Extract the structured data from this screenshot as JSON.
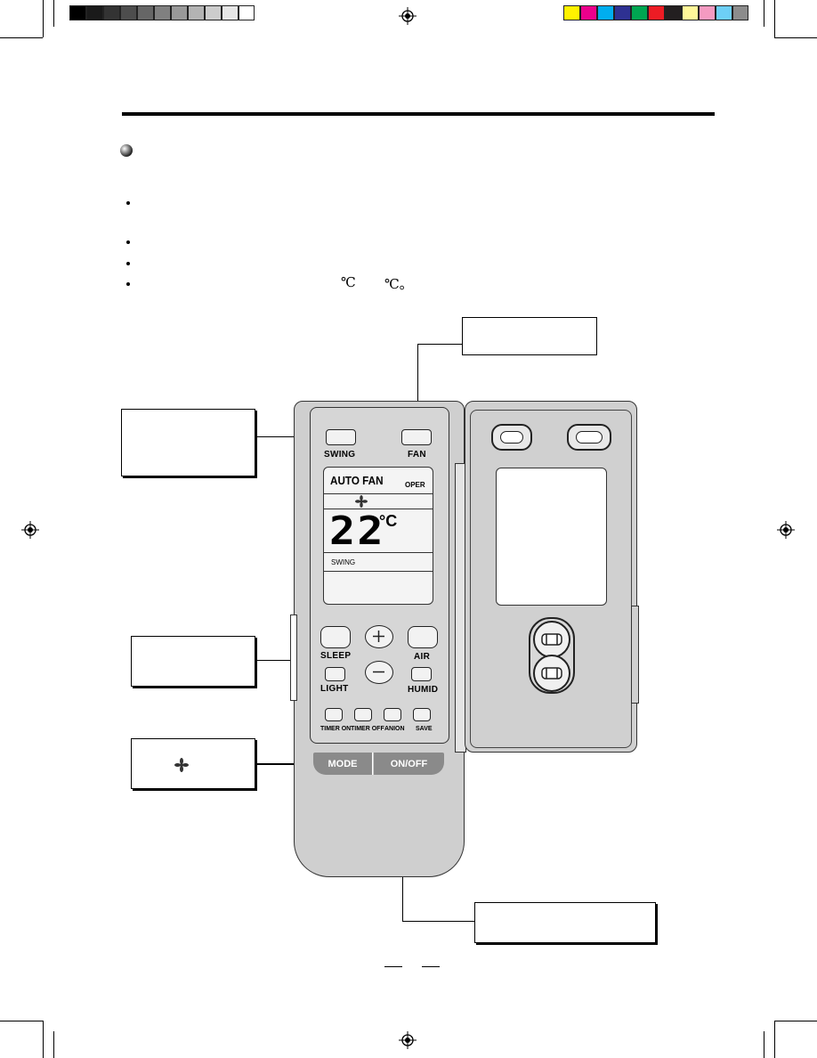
{
  "colors": {
    "gray_bar": [
      "#000000",
      "#1a1a1a",
      "#333333",
      "#4d4d4d",
      "#666666",
      "#808080",
      "#999999",
      "#b3b3b3",
      "#cccccc",
      "#e6e6e6",
      "#ffffff"
    ],
    "color_bar": [
      "#fff200",
      "#ec008c",
      "#00aeef",
      "#2e3192",
      "#00a651",
      "#ed1c24",
      "#231f20",
      "#fff799",
      "#f49ac1",
      "#6dcff6",
      "#8c8c8c"
    ],
    "remote_body": "#cfcfcf",
    "bottom_button": "#8a8a8a"
  },
  "temperature_units": [
    "℃",
    "℃。"
  ],
  "remote": {
    "top_buttons": [
      "SWING",
      "FAN"
    ],
    "display": {
      "mode_text": "AUTO FAN",
      "oper_text": "OPER",
      "temperature": "22",
      "temp_unit": "°C",
      "swing_text": "SWING"
    },
    "middle_buttons": [
      "SLEEP",
      "AIR",
      "LIGHT",
      "HUMID"
    ],
    "small_buttons": [
      "TIMER ON",
      "TIMER OFF",
      "ANION",
      "SAVE"
    ],
    "bottom_buttons": [
      "MODE",
      "ON/OFF"
    ]
  },
  "icons": [
    "registration-mark-icon",
    "fan-icon",
    "plus-icon",
    "minus-icon",
    "sphere-bullet-icon"
  ]
}
